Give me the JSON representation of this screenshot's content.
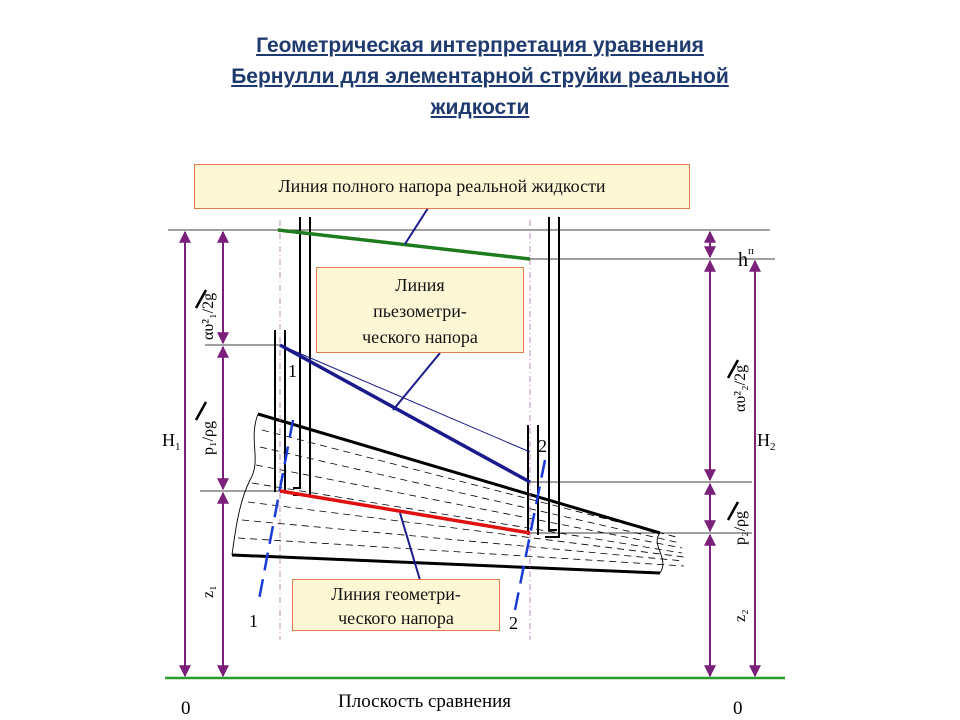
{
  "title": {
    "line1": "Геометрическая интерпретация уравнения",
    "line2": "Бернулли для элементарной струйки реальной",
    "line3": "жидкости"
  },
  "callouts": {
    "total_head": "Линия полного напора реальной жидкости",
    "piezometric": [
      "Линия",
      "пьезометри-",
      "ческого напора"
    ],
    "geometric": [
      "Линия геометри-",
      "ческого напора"
    ]
  },
  "labels": {
    "H1": "H",
    "H1_sub": "1",
    "H2": "H",
    "H2_sub": "2",
    "section1_top": "1",
    "section1_bottom": "1",
    "section2_top": "2",
    "section2_bottom": "2",
    "zero_left": "0",
    "zero_right": "0",
    "plane": "Плоскость сравнения",
    "h_loss": "h",
    "h_loss_sub": "п",
    "v1_over_2g": "αυ²₁/2g",
    "p1_over_rho_g": "p₁/ρg",
    "z1": "z₁",
    "v2_over_2g": "αυ²₂/2g",
    "p2_over_rho_g": "p₂/ρg",
    "z2": "z₂"
  },
  "colors": {
    "title": "#1f3a6e",
    "total_head_line": "#1e7b1e",
    "piezometric_line": "#1a1a8c",
    "geometric_line": "#e01010",
    "dimension_lines": "#7a1f7a",
    "plane_line": "#2a9a2a",
    "section_lines": "#1a3ad8",
    "callout_border": "#e07a4a",
    "callout_fill": "#fdf7d6"
  }
}
